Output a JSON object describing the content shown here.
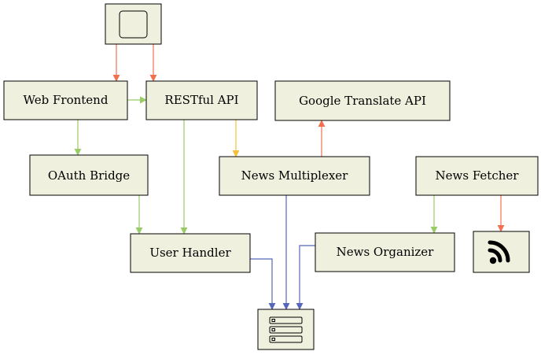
{
  "colors": {
    "node_fill": "#eff0de",
    "node_border": "#000000",
    "edge_orange": "#f07050",
    "edge_green": "#99cc66",
    "edge_yellow": "#f5c03c",
    "edge_blue": "#5566bb"
  },
  "nodes": {
    "user": {
      "icon": "user-icon"
    },
    "web_frontend": {
      "label": "Web Frontend"
    },
    "restful_api": {
      "label": "RESTful API"
    },
    "google_translate_api": {
      "label": "Google Translate API"
    },
    "oauth_bridge": {
      "label": "OAuth Bridge"
    },
    "news_multiplexer": {
      "label": "News Multiplexer"
    },
    "news_fetcher": {
      "label": "News Fetcher"
    },
    "user_handler": {
      "label": "User Handler"
    },
    "news_organizer": {
      "label": "News Organizer"
    },
    "rss_feed": {
      "icon": "rss-icon"
    },
    "database": {
      "icon": "database-icon"
    }
  },
  "edges": [
    {
      "from": "user",
      "to": "web_frontend",
      "color": "edge_orange"
    },
    {
      "from": "user",
      "to": "restful_api",
      "color": "edge_orange"
    },
    {
      "from": "web_frontend",
      "to": "restful_api",
      "color": "edge_green"
    },
    {
      "from": "web_frontend",
      "to": "oauth_bridge",
      "color": "edge_green"
    },
    {
      "from": "restful_api",
      "to": "user_handler",
      "color": "edge_green"
    },
    {
      "from": "restful_api",
      "to": "news_multiplexer",
      "color": "edge_yellow"
    },
    {
      "from": "news_multiplexer",
      "to": "google_translate_api",
      "color": "edge_orange"
    },
    {
      "from": "oauth_bridge",
      "to": "user_handler",
      "color": "edge_green"
    },
    {
      "from": "news_fetcher",
      "to": "news_organizer",
      "color": "edge_green"
    },
    {
      "from": "news_fetcher",
      "to": "rss_feed",
      "color": "edge_orange"
    },
    {
      "from": "user_handler",
      "to": "database",
      "color": "edge_blue"
    },
    {
      "from": "news_multiplexer",
      "to": "database",
      "color": "edge_blue"
    },
    {
      "from": "news_organizer",
      "to": "database",
      "color": "edge_blue"
    }
  ]
}
